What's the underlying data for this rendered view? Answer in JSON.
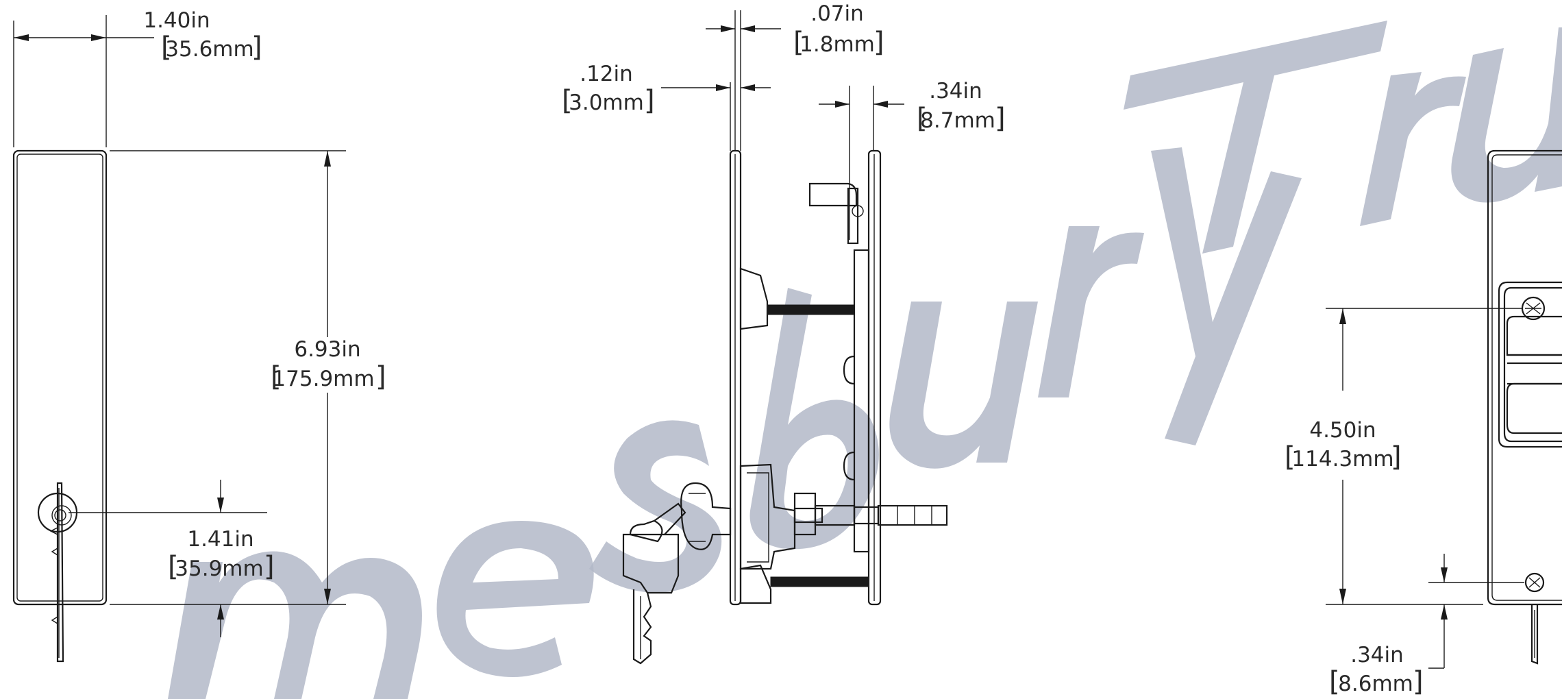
{
  "dimensions": {
    "width": {
      "imperial": "1.40in",
      "metric": "35.6mm"
    },
    "height": {
      "imperial": "6.93in",
      "metric": "175.9mm"
    },
    "key_offset": {
      "imperial": "1.41in",
      "metric": "35.9mm"
    },
    "gasket": {
      "imperial": ".07in",
      "metric": "1.8mm"
    },
    "plate": {
      "imperial": ".12in",
      "metric": "3.0mm"
    },
    "depth": {
      "imperial": ".34in",
      "metric": "8.7mm"
    },
    "hole_spacing": {
      "imperial": "4.50in",
      "metric": "114.3mm"
    },
    "hole_offset": {
      "imperial": ".34in",
      "metric": "8.6mm"
    }
  },
  "watermark": "AmesburyTruth",
  "colors": {
    "line": "#1a1a1a",
    "watermark": "#b3b8c8"
  }
}
